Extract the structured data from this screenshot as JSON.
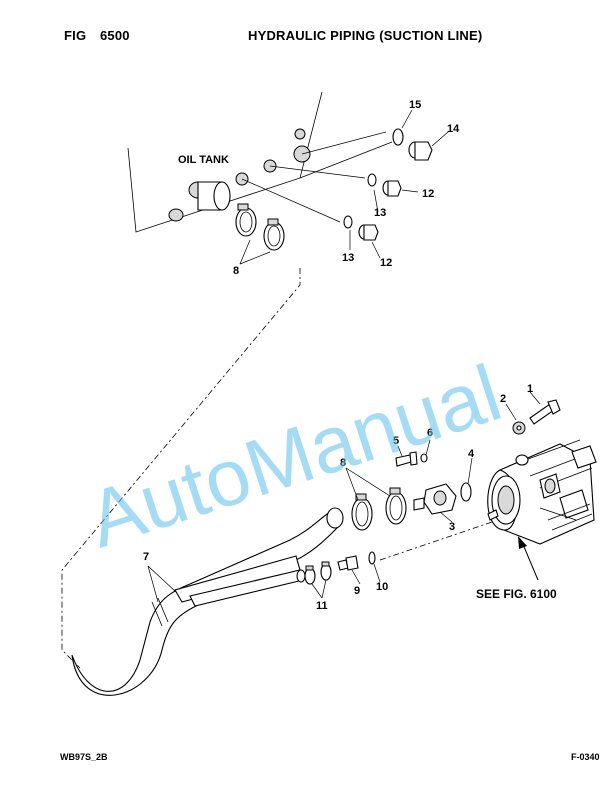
{
  "header": {
    "fig_label": "FIG",
    "fig_number": "6500",
    "title": "HYDRAULIC PIPING (SUCTION LINE)"
  },
  "annotations": {
    "oil_tank": "OIL TANK",
    "see_fig": "SEE FIG. 6100"
  },
  "callouts": [
    "1",
    "2",
    "3",
    "4",
    "5",
    "6",
    "7",
    "8",
    "8",
    "9",
    "10",
    "11",
    "12",
    "12",
    "13",
    "13",
    "14",
    "15"
  ],
  "watermark": "AutoManual",
  "footer": {
    "left_code": "WB97S_2B",
    "right_code": "F-0340"
  },
  "colors": {
    "watermark": "#5bc0eb",
    "line": "#000000",
    "shade": "#d9d9d9"
  }
}
